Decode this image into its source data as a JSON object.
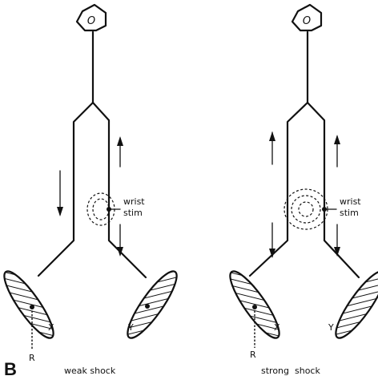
{
  "panel_letter": "B",
  "left_panel": {
    "caption": "weak shock",
    "stim_label_line1": "wrist",
    "stim_label_line2": "stim",
    "muscle_x_label": "X",
    "muscle_y_label": "Y",
    "recording_label": "R",
    "soma_label": "O"
  },
  "right_panel": {
    "caption": "strong  shock",
    "stim_label_line1": "wrist",
    "stim_label_line2": "stim",
    "muscle_x_label": "X",
    "muscle_y_label": "Y",
    "recording_label": "R",
    "soma_label": "O"
  }
}
